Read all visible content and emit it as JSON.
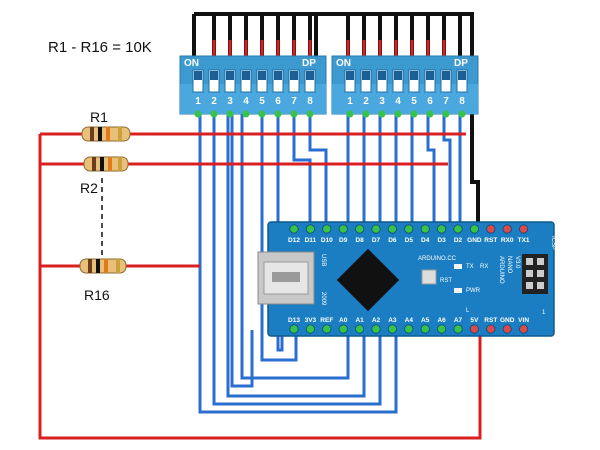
{
  "formula": "R1 - R16 = 10K",
  "resistors": {
    "r1": "R1",
    "r2": "R2",
    "r16": "R16"
  },
  "dip_left": {
    "on_label": "ON",
    "dp_label": "DP",
    "numbers": [
      "1",
      "2",
      "3",
      "4",
      "5",
      "6",
      "7",
      "8"
    ]
  },
  "dip_right": {
    "on_label": "ON",
    "dp_label": "DP",
    "numbers": [
      "1",
      "2",
      "3",
      "4",
      "5",
      "6",
      "7",
      "8"
    ]
  },
  "board": {
    "brand": "ARDUINO.CC",
    "model_line1": "ARDUINO",
    "model_line2": "NANO",
    "model_line3": "V3.0",
    "usb_label": "USB",
    "year": "2009",
    "icsp_label": "ICSP",
    "rst_label": "RST",
    "tx_label": "TX",
    "rx_label": "RX",
    "pwr_label": "PWR",
    "l_label": "L",
    "one_label": "1",
    "top_pins": [
      "D12",
      "D11",
      "D10",
      "D9",
      "D8",
      "D7",
      "D6",
      "D5",
      "D4",
      "D3",
      "D2",
      "GND",
      "RST",
      "RX0",
      "TX1"
    ],
    "bottom_pins": [
      "D13",
      "3V3",
      "REF",
      "A0",
      "A1",
      "A2",
      "A3",
      "A4",
      "A5",
      "A6",
      "A7",
      "5V",
      "RST",
      "GND",
      "VIN"
    ]
  },
  "colors": {
    "wire_blue": "#2a6fcf",
    "wire_red": "#d92020",
    "wire_black": "#111111",
    "dip_body": "#3d9ad1",
    "board": "#1b7ec2",
    "pin_green": "#37c24a",
    "pin_red": "#d94a4a"
  }
}
